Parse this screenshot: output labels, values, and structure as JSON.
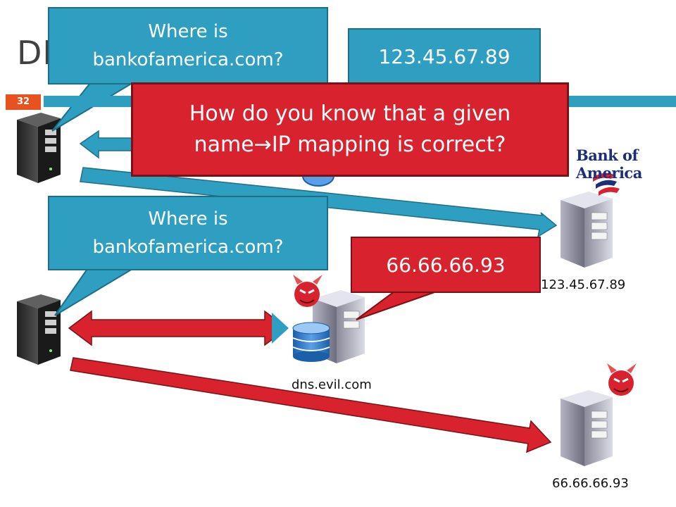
{
  "slide": {
    "title": "DNS",
    "page_number": "32"
  },
  "callouts": {
    "question_top": [
      "Where is",
      "bankofamerica.com?"
    ],
    "answer_top": "123.45.67.89",
    "question_bottom": [
      "Where is",
      "bankofamerica.com?"
    ],
    "answer_bottom": "66.66.66.93",
    "key_question_parts": [
      "How do you know that a given",
      "name",
      "IP mapping is correct?"
    ],
    "arrow_glyph": "→"
  },
  "labels": {
    "boa_server_ip": "123.45.67.89",
    "evil_dns": "dns.evil.com",
    "evil_server_ip": "66.66.66.93",
    "boa_logo_text": "Bank of America"
  },
  "icons": [
    "server-icon",
    "database-icon",
    "devil-icon",
    "bank-of-america-logo"
  ],
  "colors": {
    "blue": "#2e9fc0",
    "red": "#d8232e",
    "accent_orange": "#e8521f",
    "text_dark": "#404040"
  }
}
